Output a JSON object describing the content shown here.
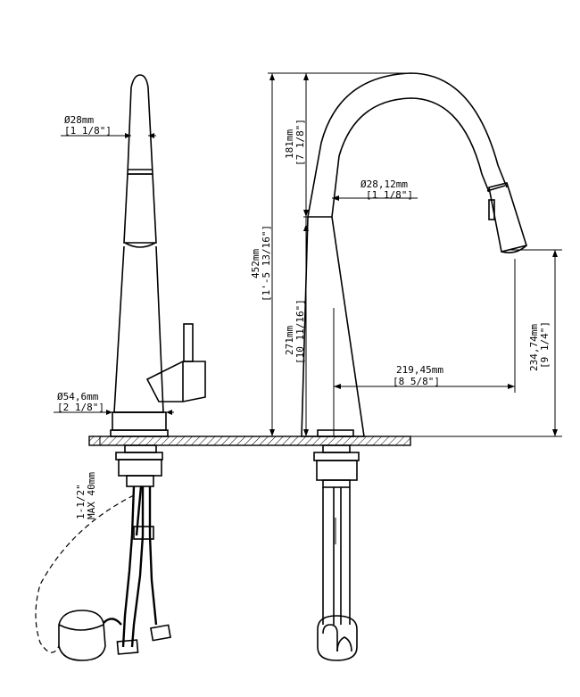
{
  "dimensions": {
    "handle_diameter": {
      "metric": "Ø28mm",
      "imperial": "[1 1/8\"]"
    },
    "base_diameter": {
      "metric": "Ø54,6mm",
      "imperial": "[2 1/8\"]"
    },
    "deck_thickness": {
      "metric": "1-1/2\"",
      "imperial": "MAX 40mm"
    },
    "total_height": {
      "metric": "452mm",
      "imperial": "[1'-5 13/16\"]"
    },
    "spout_height": {
      "metric": "181mm",
      "imperial": "[7 1/8\"]"
    },
    "spout_diameter": {
      "metric": "Ø28,12mm",
      "imperial": "[1 1/8\"]"
    },
    "body_height": {
      "metric": "271mm",
      "imperial": "[10 11/16\"]"
    },
    "reach": {
      "metric": "219,45mm",
      "imperial": "[8 5/8\"]"
    },
    "clearance": {
      "metric": "234,74mm",
      "imperial": "[9 1/4\"]"
    }
  },
  "colors": {
    "line": "#000000",
    "background": "#ffffff"
  }
}
